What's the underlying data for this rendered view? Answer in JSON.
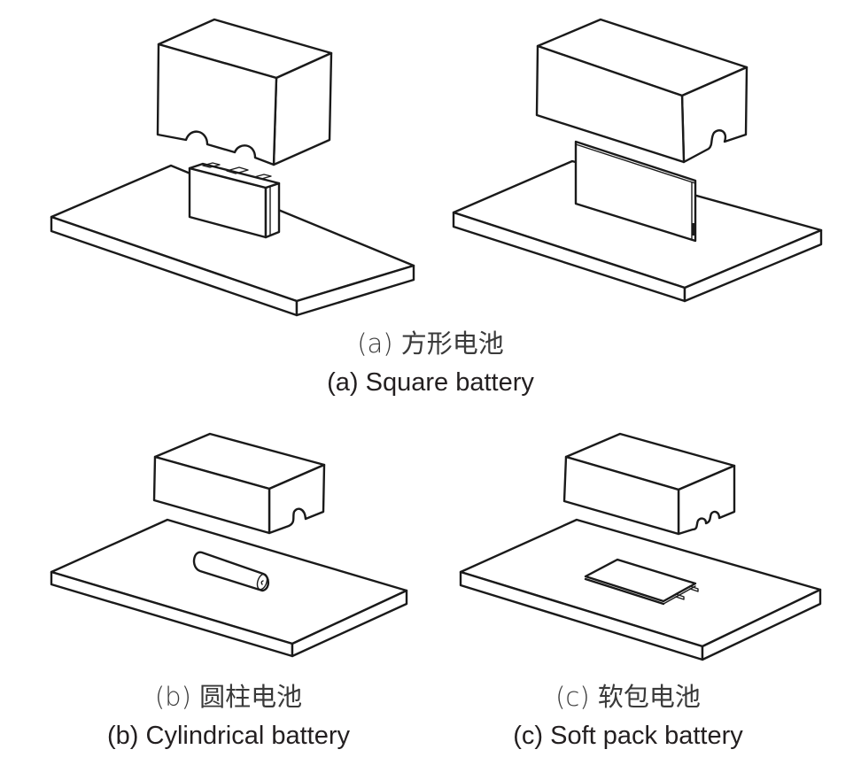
{
  "figure": {
    "panels": [
      {
        "id": "a",
        "caption_zh": "(a) 方形电池",
        "caption_en": "(a) Square battery",
        "illustrations": [
          {
            "label": "square-battery-upright-cell",
            "component": "prismatic cell standing on base plate with housing lid above"
          },
          {
            "label": "square-battery-thin-blade-cell",
            "component": "thin blade-style prismatic cell standing on base plate with housing lid above"
          }
        ]
      },
      {
        "id": "b",
        "caption_zh": "(b) 圆柱电池",
        "caption_en": "(b) Cylindrical battery",
        "illustrations": [
          {
            "label": "cylindrical-battery",
            "component": "cylindrical cell lying on base plate with housing lid above"
          }
        ]
      },
      {
        "id": "c",
        "caption_zh": "(c) 软包电池",
        "caption_en": "(c) Soft pack battery",
        "illustrations": [
          {
            "label": "soft-pack-battery",
            "component": "pouch cell with two tabs lying on base plate with housing lid above"
          }
        ]
      }
    ],
    "colors": {
      "line": "#1a1a1a",
      "background": "#ffffff",
      "caption": "#231f20"
    }
  }
}
